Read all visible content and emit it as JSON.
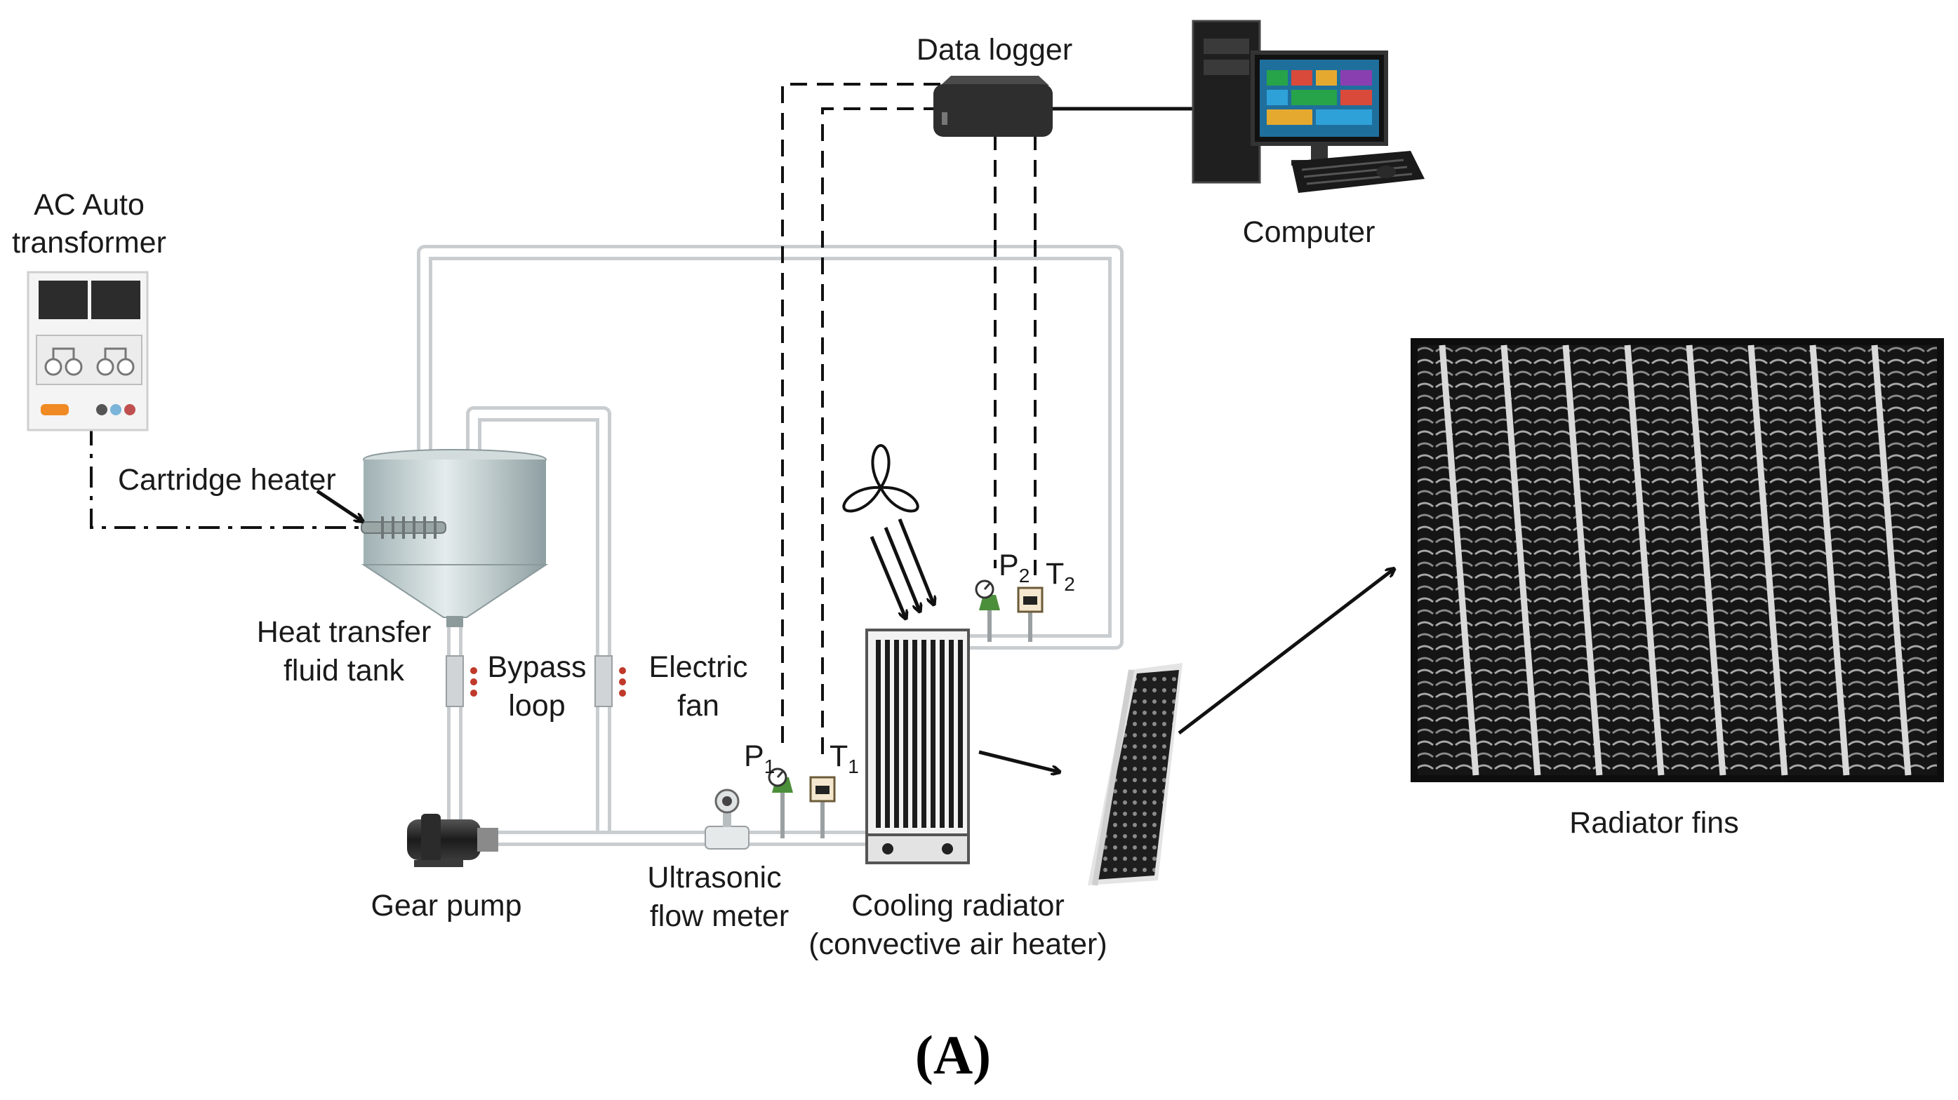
{
  "labels": {
    "data_logger": "Data logger",
    "computer": "Computer",
    "ac_auto_line1": "AC Auto",
    "ac_auto_line2": "transformer",
    "cartridge_heater": "Cartridge heater",
    "tank_line1": "Heat transfer",
    "tank_line2": "fluid tank",
    "bypass_line1": "Bypass",
    "bypass_line2": "loop",
    "fan_line1": "Electric",
    "fan_line2": "fan",
    "p1_main": "P",
    "p1_sub": "1",
    "t1_main": "T",
    "t1_sub": "1",
    "p2_main": "P",
    "p2_sub": "2",
    "t2_main": "T",
    "t2_sub": "2",
    "gear_pump": "Gear pump",
    "flow_meter_line1": "Ultrasonic",
    "flow_meter_line2": "flow meter",
    "radiator_line1": "Cooling radiator",
    "radiator_line2": "(convective air heater)",
    "radiator_fins": "Radiator fins",
    "caption": "(A)"
  },
  "colors": {
    "pipe": "#c9cdd0",
    "tank_body": "#b8c4c6",
    "device_dark": "#2b2b2b",
    "sensor_green": "#4c8f3b",
    "heater_orange": "#f08a24"
  },
  "icons": [
    "fan-icon",
    "computer-icon",
    "keyboard-icon",
    "data-logger-icon",
    "gear-pump-icon",
    "flow-meter-icon",
    "pressure-sensor-icon",
    "temperature-sensor-icon",
    "valve-icon"
  ]
}
